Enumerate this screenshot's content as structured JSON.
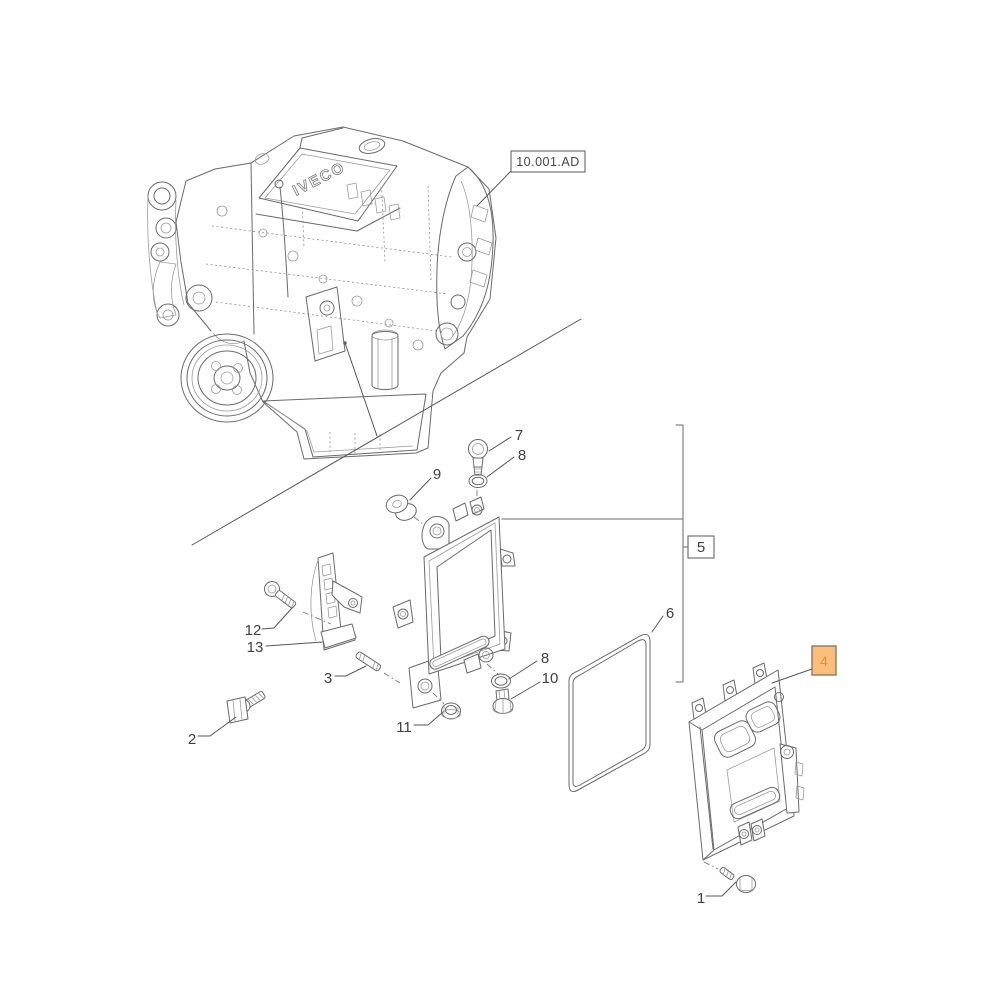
{
  "refs": {
    "section_code": "10.001.AD"
  },
  "brand": {
    "engine_text": "IVECO"
  },
  "callouts": {
    "c1": "1",
    "c2": "2",
    "c3": "3",
    "c4": "4",
    "c5": "5",
    "c6": "6",
    "c7": "7",
    "c8a": "8",
    "c8b": "8",
    "c9": "9",
    "c10": "10",
    "c11": "11",
    "c12": "12",
    "c13": "13"
  },
  "highlight": {
    "fill": "#F9BE7B",
    "border": "#8A7A6A",
    "text": "#D6923F"
  },
  "colors": {
    "line": "#6a6a6a",
    "label": "#3f3f3f",
    "background": "#ffffff"
  }
}
